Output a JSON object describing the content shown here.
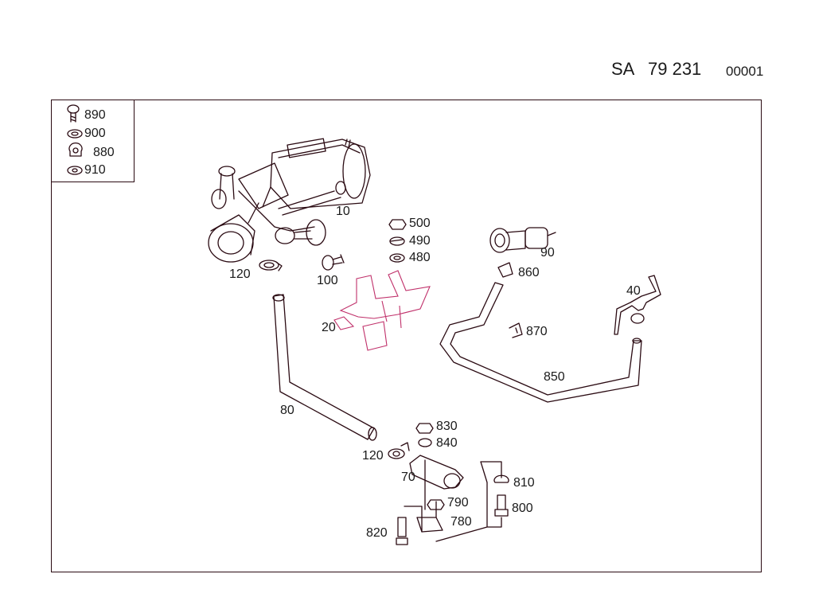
{
  "header": {
    "prefix": "SA",
    "number": "79 231",
    "code": "00001"
  },
  "legend_items": [
    "890",
    "900",
    "880",
    "910"
  ],
  "callouts": {
    "c10": "10",
    "c120a": "120",
    "c100": "100",
    "c500": "500",
    "c490": "490",
    "c480": "480",
    "c90": "90",
    "c860": "860",
    "c40": "40",
    "c20": "20",
    "c870": "870",
    "c850": "850",
    "c80": "80",
    "c830": "830",
    "c840": "840",
    "c120b": "120",
    "c70": "70",
    "c810": "810",
    "c790": "790",
    "c800": "800",
    "c780": "780",
    "c820": "820"
  },
  "colors": {
    "line": "#2a0a12",
    "accent": "#c0306a",
    "paper": "#ffffff"
  }
}
